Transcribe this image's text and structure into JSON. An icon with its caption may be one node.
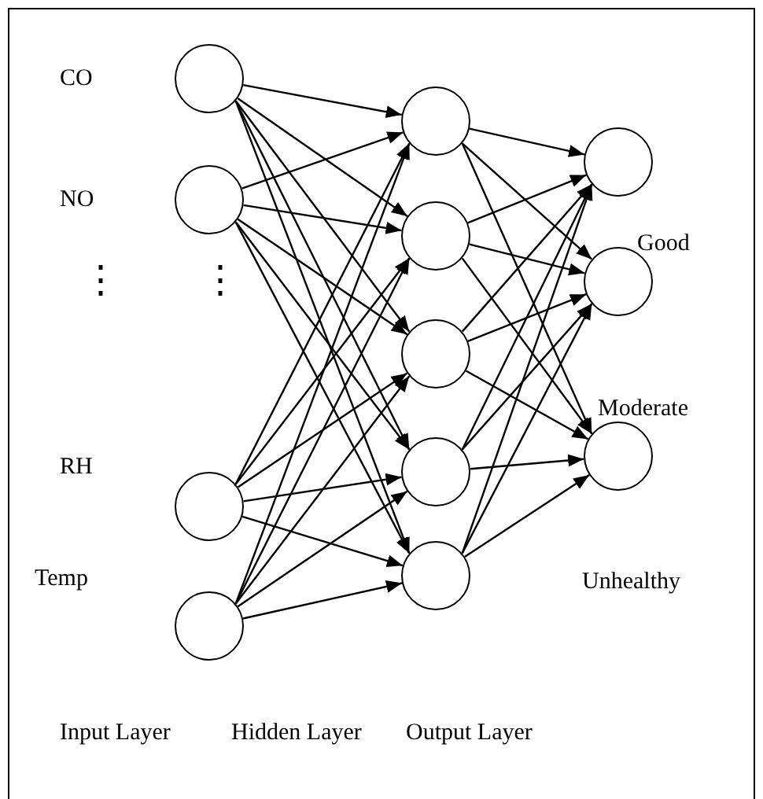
{
  "diagram": {
    "nodes": [
      {
        "text": [],
        "shape": "circle",
        "beside": [
          "CO"
        ]
      },
      {
        "text": [],
        "shape": "circle",
        "beside": [
          "NO"
        ]
      },
      {
        "text": [],
        "shape": "circle",
        "beside": [
          "RH"
        ]
      },
      {
        "text": [],
        "shape": "circle",
        "beside": [
          "Temp"
        ]
      },
      {
        "text": [],
        "shape": "circle"
      },
      {
        "text": [],
        "shape": "circle"
      },
      {
        "text": [],
        "shape": "circle"
      },
      {
        "text": [],
        "shape": "circle"
      },
      {
        "text": [],
        "shape": "circle"
      },
      {
        "text": [],
        "shape": "circle"
      },
      {
        "text": [],
        "shape": "circle"
      },
      {
        "text": [],
        "shape": "circle"
      }
    ],
    "edges": [
      {
        "from": 0,
        "to": 4,
        "arrow": "to"
      },
      {
        "from": 0,
        "to": 5,
        "arrow": "to"
      },
      {
        "from": 0,
        "to": 6,
        "arrow": "to"
      },
      {
        "from": 0,
        "to": 7,
        "arrow": "to"
      },
      {
        "from": 0,
        "to": 8,
        "arrow": "to"
      },
      {
        "from": 1,
        "to": 4,
        "arrow": "to"
      },
      {
        "from": 1,
        "to": 5,
        "arrow": "to"
      },
      {
        "from": 1,
        "to": 6,
        "arrow": "to"
      },
      {
        "from": 1,
        "to": 7,
        "arrow": "to"
      },
      {
        "from": 1,
        "to": 8,
        "arrow": "to"
      },
      {
        "from": 2,
        "to": 4,
        "arrow": "to"
      },
      {
        "from": 2,
        "to": 5,
        "arrow": "to"
      },
      {
        "from": 2,
        "to": 6,
        "arrow": "to"
      },
      {
        "from": 2,
        "to": 7,
        "arrow": "to"
      },
      {
        "from": 2,
        "to": 8,
        "arrow": "to"
      },
      {
        "from": 3,
        "to": 4,
        "arrow": "to"
      },
      {
        "from": 3,
        "to": 5,
        "arrow": "to"
      },
      {
        "from": 3,
        "to": 6,
        "arrow": "to"
      },
      {
        "from": 3,
        "to": 7,
        "arrow": "to"
      },
      {
        "from": 3,
        "to": 8,
        "arrow": "to"
      },
      {
        "from": 4,
        "to": 9,
        "arrow": "to"
      },
      {
        "from": 4,
        "to": 10,
        "arrow": "to"
      },
      {
        "from": 4,
        "to": 11,
        "arrow": "to"
      },
      {
        "from": 5,
        "to": 9,
        "arrow": "to"
      },
      {
        "from": 5,
        "to": 10,
        "arrow": "to"
      },
      {
        "from": 5,
        "to": 11,
        "arrow": "to"
      },
      {
        "from": 6,
        "to": 9,
        "arrow": "to"
      },
      {
        "from": 6,
        "to": 10,
        "arrow": "to"
      },
      {
        "from": 6,
        "to": 11,
        "arrow": "to"
      },
      {
        "from": 7,
        "to": 9,
        "arrow": "to"
      },
      {
        "from": 7,
        "to": 10,
        "arrow": "to"
      },
      {
        "from": 7,
        "to": 11,
        "arrow": "to"
      },
      {
        "from": 8,
        "to": 9,
        "arrow": "to"
      },
      {
        "from": 8,
        "to": 10,
        "arrow": "to"
      },
      {
        "from": 8,
        "to": 11,
        "arrow": "to"
      }
    ],
    "labels": [
      "Good",
      "⋮",
      "⋮",
      "Moderate",
      "Unhealthy",
      "Input Layer",
      "Hidden Layer",
      "Output Layer"
    ]
  }
}
